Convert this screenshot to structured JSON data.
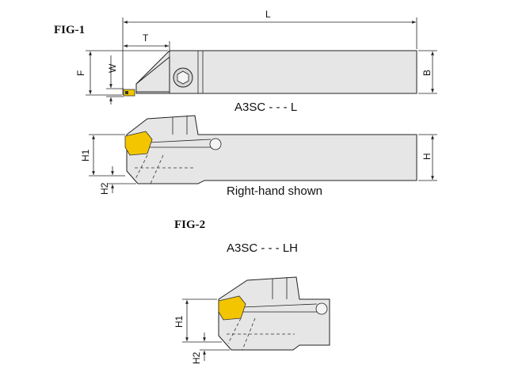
{
  "figures": {
    "fig1": {
      "label": "FIG-1",
      "top_view_model": "A3SC - - - L",
      "side_view_caption": "Right-hand shown",
      "dimensions": {
        "length": "L",
        "thickness": "T",
        "f": "F",
        "w": "W",
        "b": "B",
        "h1": "H1",
        "h": "H",
        "h2": "H2"
      }
    },
    "fig2": {
      "label": "FIG-2",
      "model": "A3SC - - - LH",
      "dimensions": {
        "h1": "H1",
        "h2": "H2"
      }
    }
  },
  "colors": {
    "body_fill": "#e6e6e6",
    "insert_fill": "#f2c500",
    "line": "#222222"
  }
}
